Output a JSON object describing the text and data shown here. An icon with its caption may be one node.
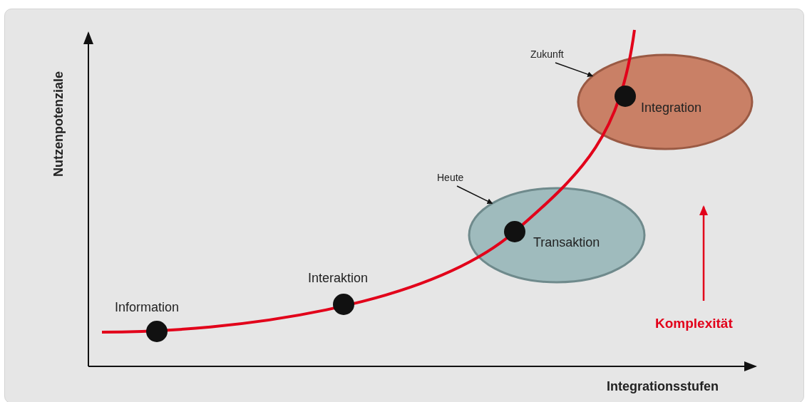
{
  "diagram": {
    "nodes": [
      {
        "text": [
          "Transaktion"
        ]
      },
      {
        "text": [
          "Integration"
        ]
      },
      {
        "text": [
          "Heute"
        ]
      },
      {
        "text": [
          "Zukunft"
        ]
      }
    ],
    "edges": [
      {
        "from": 2,
        "to": 0,
        "arrow": "to"
      },
      {
        "from": 3,
        "to": 1,
        "arrow": "to"
      }
    ],
    "labels": [
      "Nutzenpotenziale",
      "Information",
      "Interaktion",
      "Komplexität",
      "Integrationsstufen"
    ]
  }
}
